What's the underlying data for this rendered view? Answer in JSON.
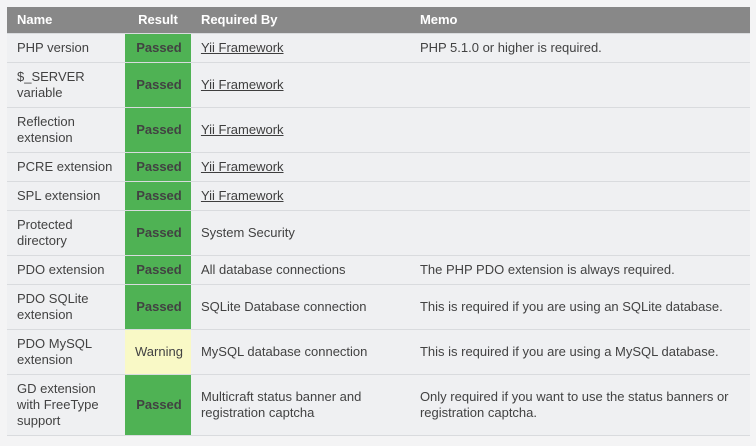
{
  "colors": {
    "passed_bg": "#4fb254",
    "warning_bg": "#f9f9c6",
    "header_bg": "#888888",
    "row_bg": "#eff0f2",
    "page_bg": "#f4f4f5"
  },
  "table": {
    "headers": {
      "name": "Name",
      "result": "Result",
      "required_by": "Required By",
      "memo": "Memo"
    },
    "rows": [
      {
        "name": "PHP version",
        "result": "Passed",
        "status": "passed",
        "required_by": "Yii Framework",
        "memo": "PHP 5.1.0 or higher is required."
      },
      {
        "name": "$_SERVER variable",
        "result": "Passed",
        "status": "passed",
        "required_by": "Yii Framework",
        "memo": ""
      },
      {
        "name": "Reflection extension",
        "result": "Passed",
        "status": "passed",
        "required_by": "Yii Framework",
        "memo": ""
      },
      {
        "name": "PCRE extension",
        "result": "Passed",
        "status": "passed",
        "required_by": "Yii Framework",
        "memo": ""
      },
      {
        "name": "SPL extension",
        "result": "Passed",
        "status": "passed",
        "required_by": "Yii Framework",
        "memo": ""
      },
      {
        "name": "Protected directory",
        "result": "Passed",
        "status": "passed",
        "required_by": "System Security",
        "memo": ""
      },
      {
        "name": "PDO extension",
        "result": "Passed",
        "status": "passed",
        "required_by": "All database connections",
        "memo": "The PHP PDO extension is always required."
      },
      {
        "name": "PDO SQLite extension",
        "result": "Passed",
        "status": "passed",
        "required_by": "SQLite Database connection",
        "memo": "This is required if you are using an SQLite database."
      },
      {
        "name": "PDO MySQL extension",
        "result": "Warning",
        "status": "warning",
        "required_by": "MySQL database connection",
        "memo": "This is required if you are using a MySQL database."
      },
      {
        "name": "GD extension with FreeType support",
        "result": "Passed",
        "status": "passed",
        "required_by": "Multicraft status banner and registration captcha",
        "memo": "Only required if you want to use the status banners or registration captcha."
      }
    ]
  }
}
